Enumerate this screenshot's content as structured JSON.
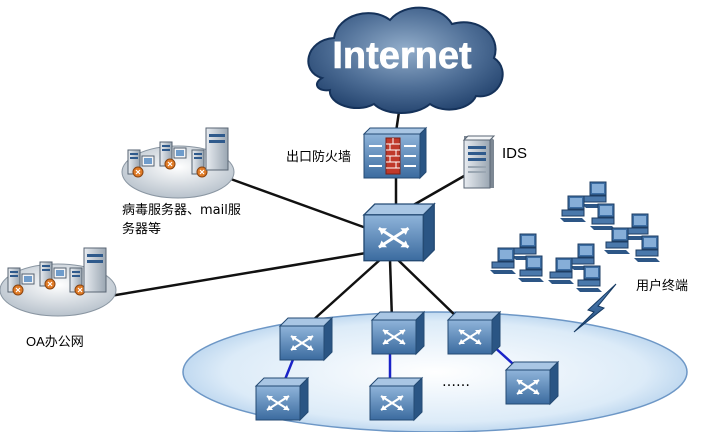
{
  "cloud": {
    "label": "Internet"
  },
  "firewall": {
    "label": "出口防火墙"
  },
  "ids": {
    "label": "IDS"
  },
  "virus_servers": {
    "label_line1": "病毒服务器、mail服",
    "label_line2": "务器等"
  },
  "oa_network": {
    "label": "OA办公网"
  },
  "user_terminals": {
    "label": "用户终端"
  },
  "access_layer": {
    "ellipsis": "……"
  },
  "colors": {
    "cloud_dark": "#1f3f6a",
    "cloud_light": "#6a86a8",
    "device_blue": "#2f5a8c",
    "device_light": "#6f9ccb",
    "firewall_red": "#c0392b",
    "ellipse_fill": "#cfe3f5",
    "blue_link": "#1a23c8"
  }
}
